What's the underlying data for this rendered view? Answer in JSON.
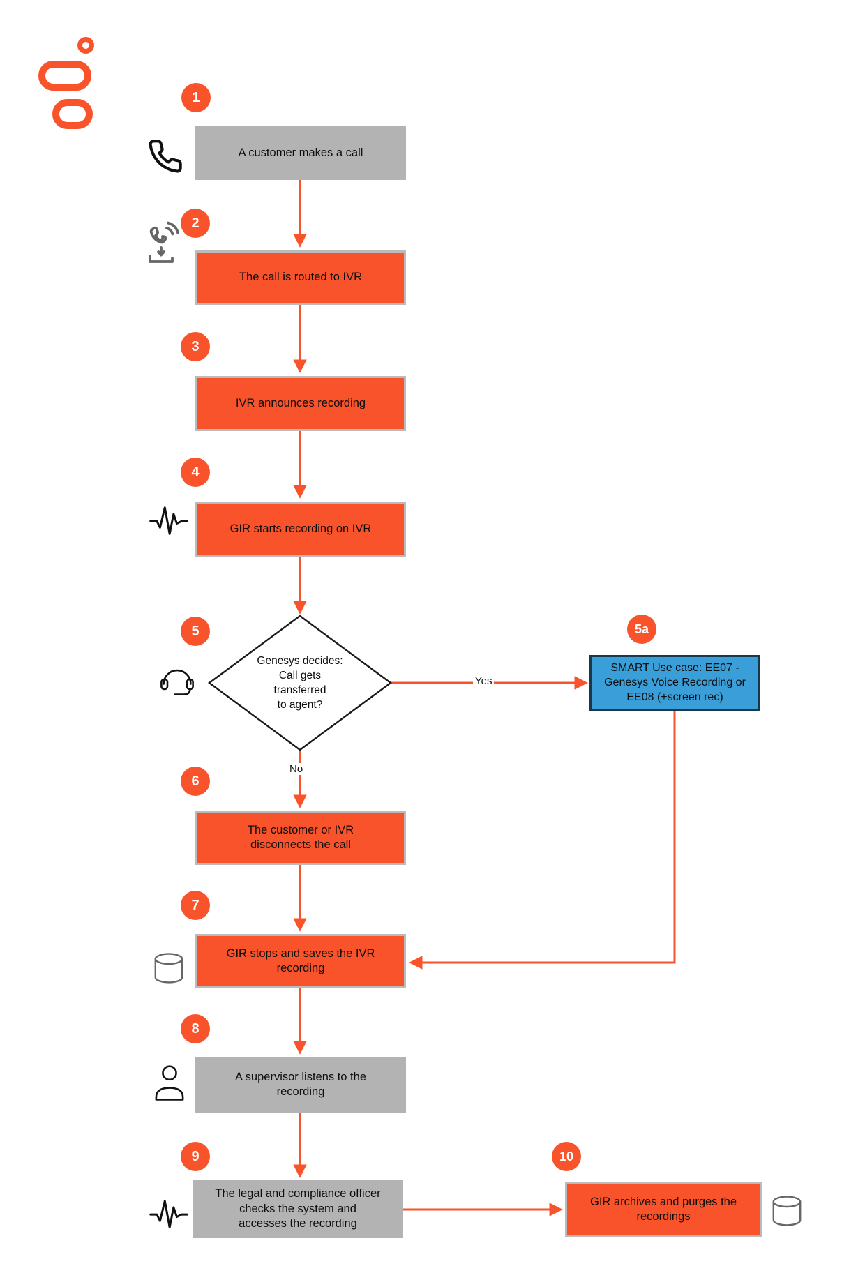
{
  "diagram": {
    "title_hint": "Genesys IVR call recording flow",
    "colors": {
      "accent_orange": "#F9532B",
      "node_gray": "#B3B3B3",
      "node_blue": "#3A9FD9",
      "blue_border": "#17394D",
      "icon_gray": "#666666",
      "text": "#111111"
    },
    "logo": "genesys-logo",
    "edges": {
      "yes_label": "Yes",
      "no_label": "No"
    },
    "steps": [
      {
        "badge": "1",
        "type": "gray",
        "icon": "phone-icon",
        "lines": [
          "A customer makes a call"
        ]
      },
      {
        "badge": "2",
        "type": "orange",
        "icon": "call-routing-icon",
        "lines": [
          "The call is routed to IVR"
        ]
      },
      {
        "badge": "3",
        "type": "orange",
        "icon": null,
        "lines": [
          "IVR announces recording"
        ]
      },
      {
        "badge": "4",
        "type": "orange",
        "icon": "waveform-icon",
        "lines": [
          "GIR starts recording on IVR"
        ]
      },
      {
        "badge": "5",
        "type": "decision",
        "icon": "headset-icon",
        "lines": [
          "Genesys decides:",
          "Call gets",
          "transferred",
          "to agent?"
        ]
      },
      {
        "badge": "5a",
        "type": "blue",
        "icon": null,
        "lines": [
          "SMART Use case: EE07 -",
          "Genesys Voice Recording or",
          "EE08 (+screen rec)"
        ]
      },
      {
        "badge": "6",
        "type": "orange",
        "icon": null,
        "lines": [
          "The customer or IVR",
          "disconnects the call"
        ]
      },
      {
        "badge": "7",
        "type": "orange",
        "icon": "database-icon",
        "lines": [
          "GIR stops and saves the IVR",
          "recording"
        ]
      },
      {
        "badge": "8",
        "type": "gray",
        "icon": "person-icon",
        "lines": [
          "A supervisor listens to the",
          "recording"
        ]
      },
      {
        "badge": "9",
        "type": "gray",
        "icon": "waveform-icon",
        "lines": [
          "The legal and compliance officer",
          "checks the system and",
          "accesses the recording"
        ]
      },
      {
        "badge": "10",
        "type": "orange",
        "icon": "database-icon",
        "lines": [
          "GIR archives and purges the",
          "recordings"
        ]
      }
    ]
  }
}
